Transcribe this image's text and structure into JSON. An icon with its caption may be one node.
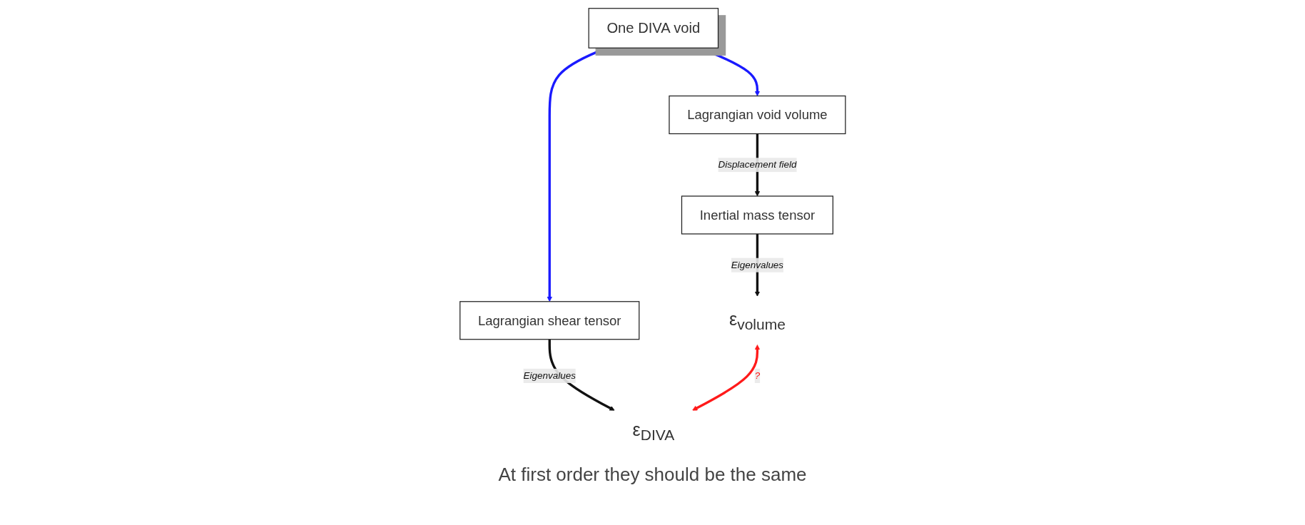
{
  "diagram": {
    "nodes": [
      {
        "text": [
          "One DIVA void"
        ]
      },
      {
        "text": [
          "Lagrangian void volume"
        ]
      },
      {
        "text": [
          "Lagrangian shear tensor"
        ]
      },
      {
        "text": [
          "Inertial mass tensor"
        ]
      },
      {
        "text": [
          "ε$_{volume}$"
        ]
      },
      {
        "text": [
          "ε$_{DIVA}$"
        ]
      }
    ],
    "edges": [
      {
        "from": 0,
        "to": 1,
        "arrow": "to",
        "color": "#1a1aff"
      },
      {
        "from": 0,
        "to": 2,
        "arrow": "to",
        "color": "#1a1aff"
      },
      {
        "from": 1,
        "to": 3,
        "arrow": "to",
        "label": "Displacement field"
      },
      {
        "from": 3,
        "to": 4,
        "arrow": "to",
        "label": "Eigenvalues"
      },
      {
        "from": 2,
        "to": 5,
        "arrow": "to",
        "label": "Eigenvalues"
      },
      {
        "from": 4,
        "to": 5,
        "arrow": "both",
        "label": "?",
        "color": "#ff1a1a"
      }
    ],
    "labels": [
      "At first order they should be the same"
    ]
  }
}
